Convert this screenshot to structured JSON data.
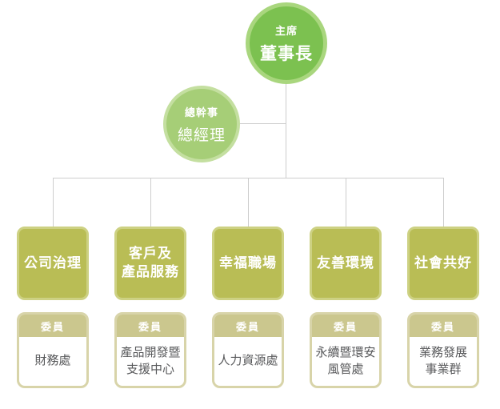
{
  "colors": {
    "chairman_fill": "#7CC150",
    "chairman_border": "#A9D67E",
    "gm_fill": "#A6CE77",
    "gm_border": "#C4DFA0",
    "pillar_fill": "#B9BD55",
    "pillar_border": "#CDD183",
    "committee_header": "#CBC78E",
    "committee_border": "#D8D4A9",
    "committee_text": "#58595B",
    "line": "#CDCDCD"
  },
  "chairman": {
    "role": "主席",
    "title": "董事長"
  },
  "general_manager": {
    "role": "總幹事",
    "title": "總經理"
  },
  "pillars": [
    {
      "label": "公司治理",
      "tag": "委員",
      "unit": "財務處"
    },
    {
      "label": "客戶及\n產品服務",
      "tag": "委員",
      "unit": "產品開發暨\n支援中心"
    },
    {
      "label": "幸福職場",
      "tag": "委員",
      "unit": "人力資源處"
    },
    {
      "label": "友善環境",
      "tag": "委員",
      "unit": "永續暨環安\n風管處"
    },
    {
      "label": "社會共好",
      "tag": "委員",
      "unit": "業務發展\n事業群"
    }
  ]
}
